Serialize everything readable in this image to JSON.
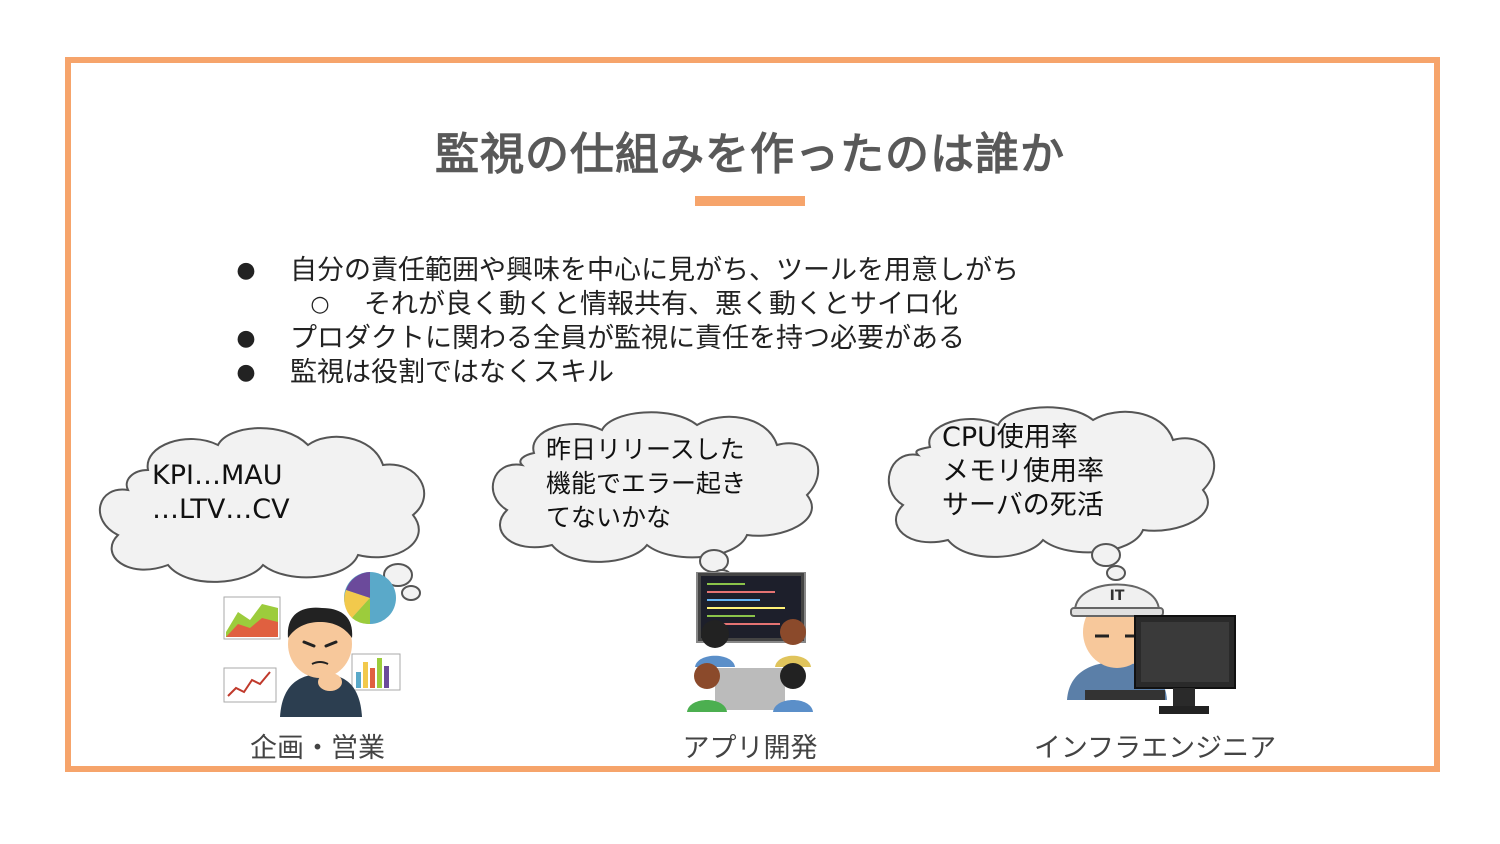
{
  "slide": {
    "title": "監視の仕組みを作ったのは誰か",
    "bullets": [
      {
        "level": 0,
        "marker": "●",
        "text": "自分の責任範囲や興味を中心に見がち、ツールを用意しがち"
      },
      {
        "level": 1,
        "marker": "○",
        "text": "それが良く動くと情報共有、悪く動くとサイロ化"
      },
      {
        "level": 0,
        "marker": "●",
        "text": "プロダクトに関わる全員が監視に責任を持つ必要がある"
      },
      {
        "level": 0,
        "marker": "●",
        "text": "監視は役割ではなくスキル"
      }
    ],
    "personas": [
      {
        "role": "企画・営業",
        "thought": [
          "KPI…MAU",
          "…LTV…CV"
        ],
        "icon": "planner-with-charts-icon"
      },
      {
        "role": "アプリ開発",
        "thought": [
          "昨日リリースした",
          "機能でエラー起き",
          "てないかな"
        ],
        "icon": "developers-at-screen-icon"
      },
      {
        "role": "インフラエンジニア",
        "thought": [
          "CPU使用率",
          "メモリ使用率",
          "サーバの死活"
        ],
        "icon": "infra-engineer-helmet-icon"
      }
    ],
    "helmet_text": "IT",
    "colors": {
      "accent": "#f6a46b",
      "title": "#595959",
      "cloud_fill": "#f2f2f2",
      "cloud_stroke": "#555555"
    }
  }
}
